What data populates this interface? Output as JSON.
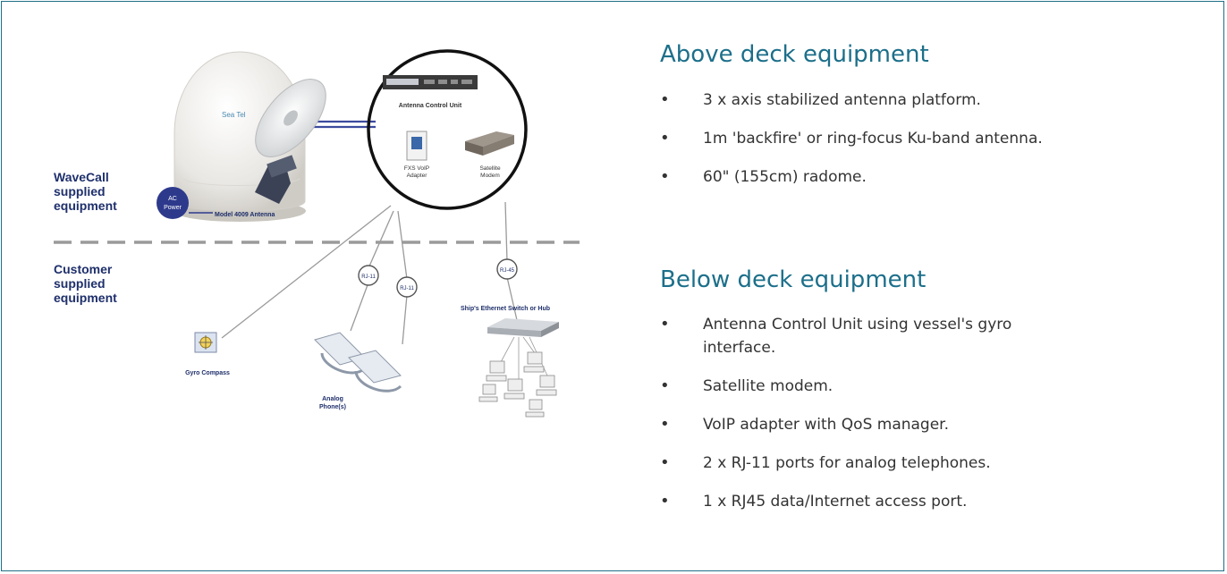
{
  "diagram": {
    "supplied_label_line1": "WaveCall",
    "supplied_label_line2": "supplied",
    "supplied_label_line3": "equipment",
    "customer_label_line1": "Customer",
    "customer_label_line2": "supplied",
    "customer_label_line3": "equipment",
    "radome_logo": "Sea Tel",
    "ac_power_line1": "AC",
    "ac_power_line2": "Power",
    "antenna_model": "Model 4009 Antenna",
    "acu_label": "Antenna Control Unit",
    "fxs_line1": "FXS VoIP",
    "fxs_line2": "Adapter",
    "modem_line1": "Satellite",
    "modem_line2": "Modem",
    "rj11_a": "RJ-11",
    "rj11_b": "RJ-11",
    "rj45": "RJ-45",
    "switch_label": "Ship's Ethernet Switch or Hub",
    "gyro_label": "Gyro Compass",
    "phones_line1": "Analog",
    "phones_line2": "Phone(s)"
  },
  "above": {
    "title": "Above deck equipment",
    "items": [
      "3 x axis stabilized antenna platform.",
      "1m 'backfire' or ring-focus Ku-band antenna.",
      "60\" (155cm) radome."
    ]
  },
  "below": {
    "title": "Below deck equipment",
    "items": [
      "Antenna Control Unit using vessel's gyro interface.",
      "Satellite modem.",
      "VoIP adapter with QoS manager.",
      "2 x RJ-11 ports for analog telephones.",
      "1 x RJ45 data/Internet access port."
    ]
  },
  "bullet_glyph": "•",
  "colors": {
    "heading": "#1c6f8a",
    "border": "#1f6e86",
    "label_navy": "#1e2f6b",
    "ac_power": "#2d3a8c"
  }
}
